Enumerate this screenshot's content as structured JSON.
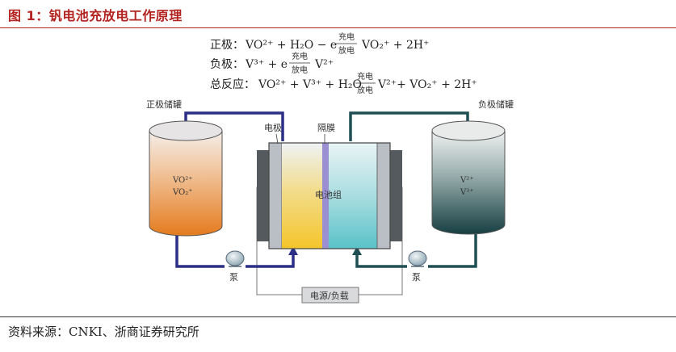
{
  "title": "图 1：钒电池充放电工作原理",
  "source": "资料来源：CNKI、浙商证券研究所",
  "equations": {
    "positive": {
      "label": "正极：",
      "left": "VO²⁺ + H₂O − e",
      "arrow_top": "充电",
      "arrow_bottom": "放电",
      "right": "VO₂⁺ + 2H⁺"
    },
    "negative": {
      "label": "负极：",
      "left": "V³⁺ + e",
      "arrow_top": "充电",
      "arrow_bottom": "放电",
      "right": "V²⁺"
    },
    "overall": {
      "label": "总反应：",
      "left": "VO²⁺ + V³⁺ + H₂O",
      "arrow_top": "充电",
      "arrow_bottom": "放电",
      "right": "V²⁺+ VO₂⁺ + 2H⁺"
    }
  },
  "diagram": {
    "positive_tank_label": "正极储罐",
    "positive_tank_species": [
      "VO²⁺",
      "VO₂⁺"
    ],
    "negative_tank_label": "负极储罐",
    "negative_tank_species": [
      "V²⁺",
      "V³⁺"
    ],
    "electrode_label": "电极",
    "membrane_label": "隔膜",
    "stack_label": "电池组",
    "pump_label_left": "泵",
    "pump_label_right": "泵",
    "power_label": "电源/负载"
  },
  "colors": {
    "title_red": "#b3231f",
    "positive_flow": "#2b2f86",
    "negative_flow": "#1f4f52",
    "membrane": "#9a8fd0"
  }
}
